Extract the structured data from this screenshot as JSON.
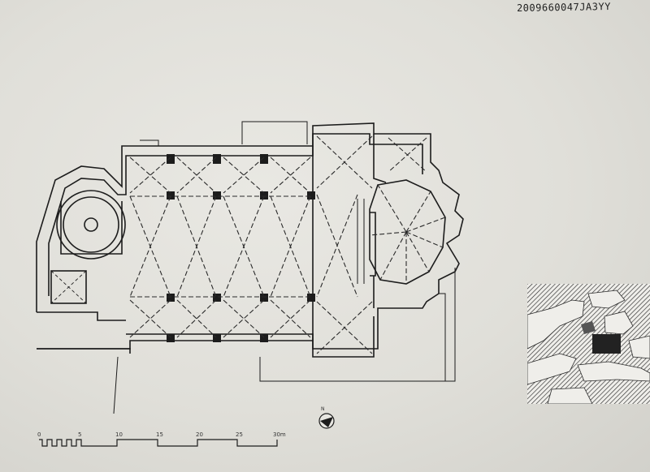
{
  "catalog_number": "2009660047JA3YY",
  "north_label": "N",
  "scale_bar": {
    "labels": [
      "0",
      "5",
      "10",
      "15",
      "20",
      "25",
      "30m"
    ]
  }
}
